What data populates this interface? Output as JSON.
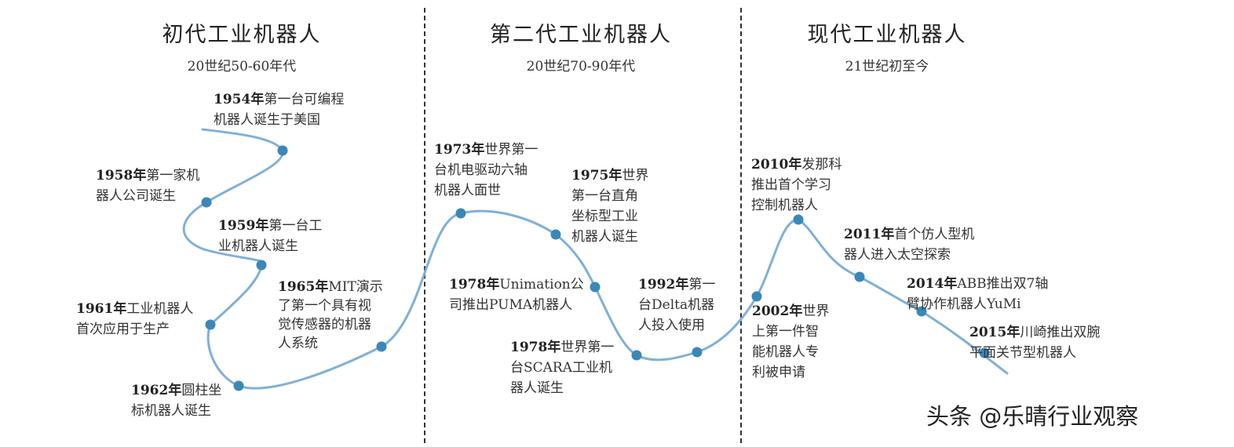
{
  "eras": [
    {
      "title": "初代工业机器人",
      "subtitle": "20世纪50-60年代"
    },
    {
      "title": "第二代工业机器人",
      "subtitle": "20世纪70-90年代"
    },
    {
      "title": "现代工业机器人",
      "subtitle": "21世纪初至今"
    }
  ],
  "events": [
    {
      "year": "1954年",
      "lines": [
        "第一台可编程",
        "机器人诞生于美国"
      ]
    },
    {
      "year": "1958年",
      "lines": [
        "第一家机",
        "器人公司诞生"
      ]
    },
    {
      "year": "1959年",
      "lines": [
        "第一台工",
        "业机器人诞生"
      ]
    },
    {
      "year": "1961年",
      "lines": [
        "工业机器人",
        "首次应用于生产"
      ]
    },
    {
      "year": "1962年",
      "lines": [
        "圆柱坐",
        "标机器人诞生"
      ]
    },
    {
      "year": "1965年",
      "lines": [
        "MIT演示",
        "了第一个具有视",
        "觉传感器的机器",
        "人系统"
      ]
    },
    {
      "year": "1973年",
      "lines": [
        "世界第一",
        "台机电驱动六轴",
        "机器人面世"
      ]
    },
    {
      "year": "1975年",
      "lines": [
        "世界",
        "第一台直角",
        "坐标型工业",
        "机器人诞生"
      ]
    },
    {
      "year": "1978年",
      "lines": [
        "Unimation公",
        "司推出PUMA机器人"
      ]
    },
    {
      "year": "1978年",
      "lines": [
        "世界第一",
        "台SCARA工业机",
        "器人诞生"
      ]
    },
    {
      "year": "1992年",
      "lines": [
        "第一",
        "台Delta机器",
        "人投入使用"
      ]
    },
    {
      "year": "2002年",
      "lines": [
        "世界",
        "上第一件智",
        "能机器人专",
        "利被申请"
      ]
    },
    {
      "year": "2010年",
      "lines": [
        "发那科",
        "推出首个学习",
        "控制机器人"
      ]
    },
    {
      "year": "2011年",
      "lines": [
        "首个仿人型机",
        "器人进入太空探索"
      ]
    },
    {
      "year": "2014年",
      "lines": [
        "ABB推出双7轴",
        "臂协作机器人YuMi"
      ]
    },
    {
      "year": "2015年",
      "lines": [
        "川崎推出双腕",
        "平面关节型机器人"
      ]
    }
  ],
  "watermark": "头条 @乐晴行业观察",
  "colors": {
    "curve": "#7fb0d8",
    "dot": "#3b87b8"
  }
}
